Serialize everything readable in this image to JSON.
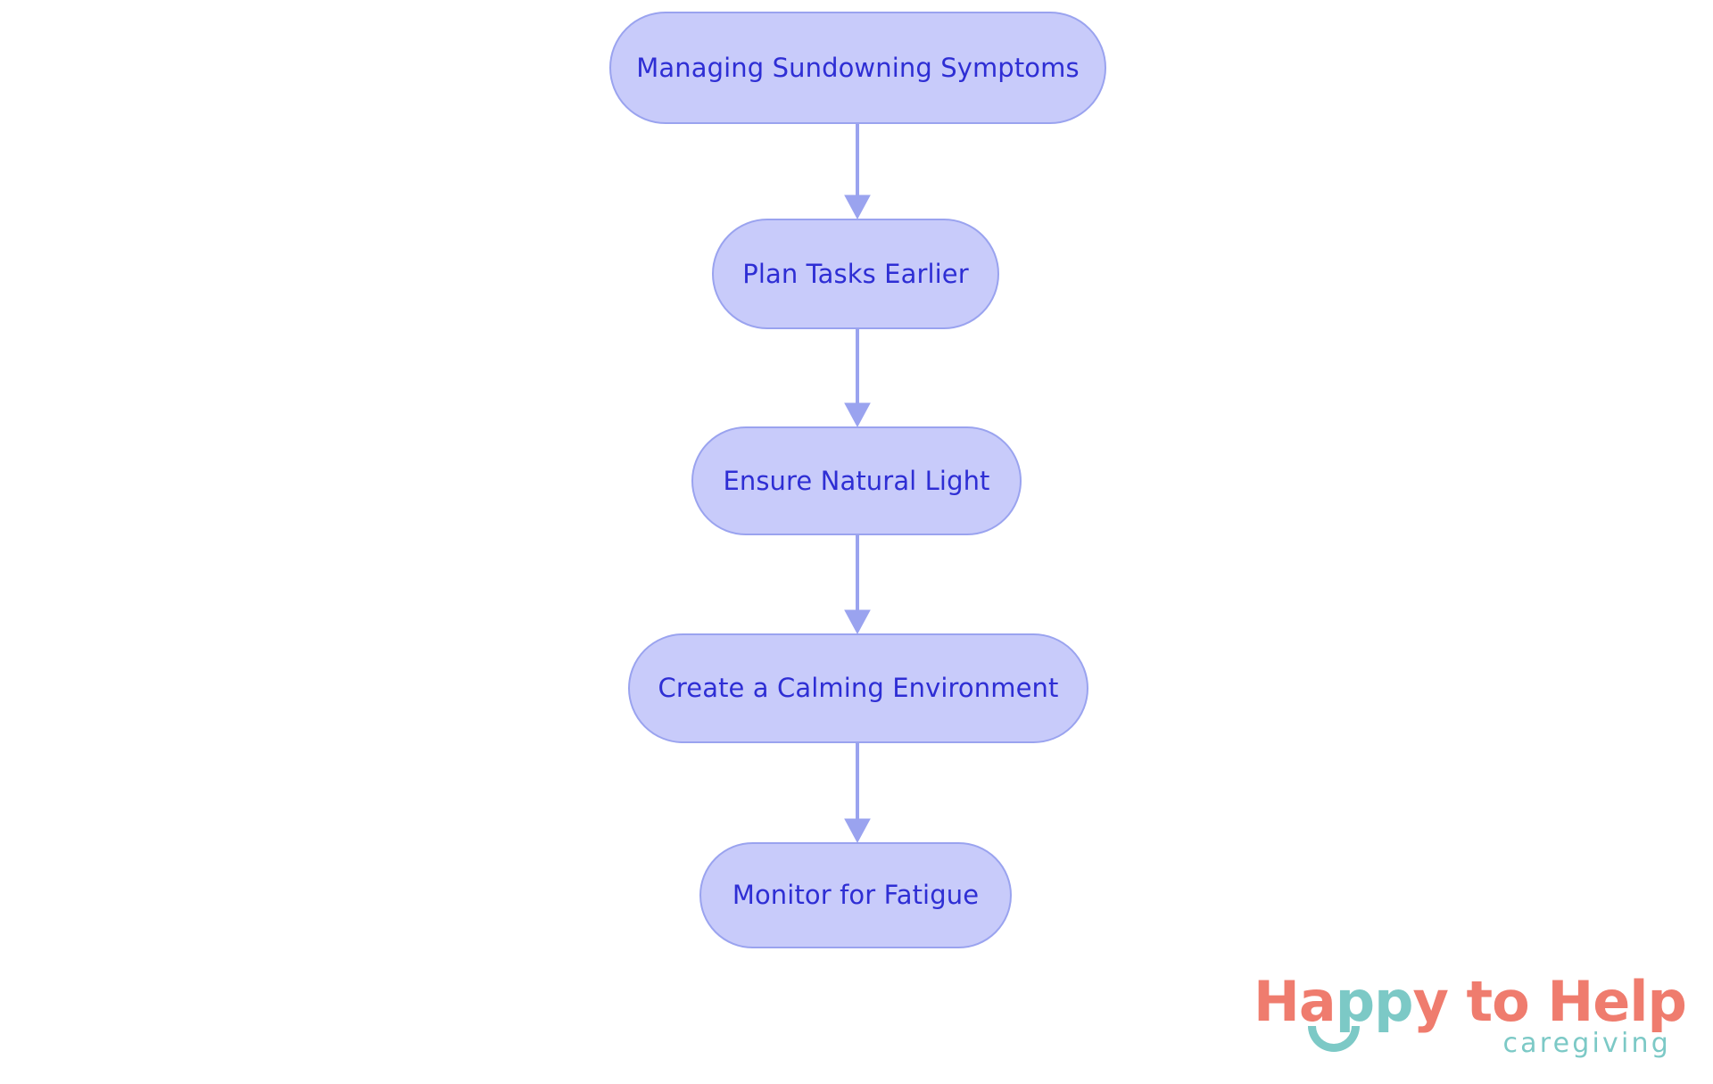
{
  "diagram": {
    "type": "flowchart",
    "orientation": "vertical-top-down",
    "background_color": "#ffffff",
    "node_fill": "#c8cbfa",
    "node_border": "#9aa3ef",
    "node_text_color": "#2e2ed4",
    "edge_color": "#9aa3ef",
    "nodes": [
      {
        "id": "n0",
        "label": "Managing Sundowning Symptoms"
      },
      {
        "id": "n1",
        "label": "Plan Tasks Earlier"
      },
      {
        "id": "n2",
        "label": "Ensure Natural Light"
      },
      {
        "id": "n3",
        "label": "Create a Calming Environment"
      },
      {
        "id": "n4",
        "label": "Monitor for Fatigue"
      }
    ],
    "edges": [
      {
        "from": "n0",
        "to": "n1",
        "label": ""
      },
      {
        "from": "n1",
        "to": "n2",
        "label": ""
      },
      {
        "from": "n2",
        "to": "n3",
        "label": ""
      },
      {
        "from": "n3",
        "to": "n4",
        "label": ""
      }
    ]
  },
  "logo": {
    "part_1": "Ha",
    "part_2": "pp",
    "part_3": "y to Help",
    "tagline": "caregiving",
    "coral": "#ef7c6e",
    "teal": "#7cc9c6"
  }
}
